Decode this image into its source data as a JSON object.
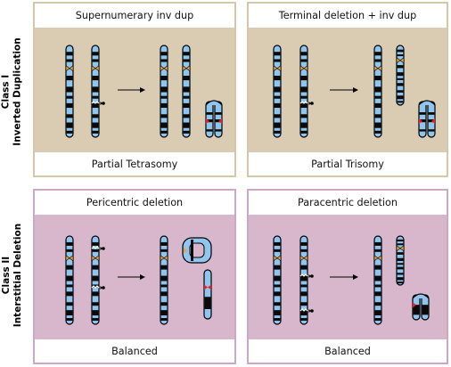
{
  "rows": [
    {
      "class_label_line1": "Class I",
      "class_label_line2": "Inverted Duplication"
    },
    {
      "class_label_line1": "Class II",
      "class_label_line2": "Interstitial Deletion"
    }
  ],
  "panels": [
    {
      "title": "Supernumerary inv dup",
      "result": "Partial Tetrasomy"
    },
    {
      "title": "Terminal deletion + inv dup",
      "result": "Partial Trisomy"
    },
    {
      "title": "Pericentric deletion",
      "result": "Balanced"
    },
    {
      "title": "Paracentric deletion",
      "result": "Balanced"
    }
  ],
  "colors": {
    "class1_bg": "#d9ccb2",
    "class2_bg": "#d8b7cd",
    "chromatid": "#8ec6f0",
    "band": "#0a0a0a",
    "centromere": "#f0a030",
    "dup_marker": "#e8202a"
  }
}
